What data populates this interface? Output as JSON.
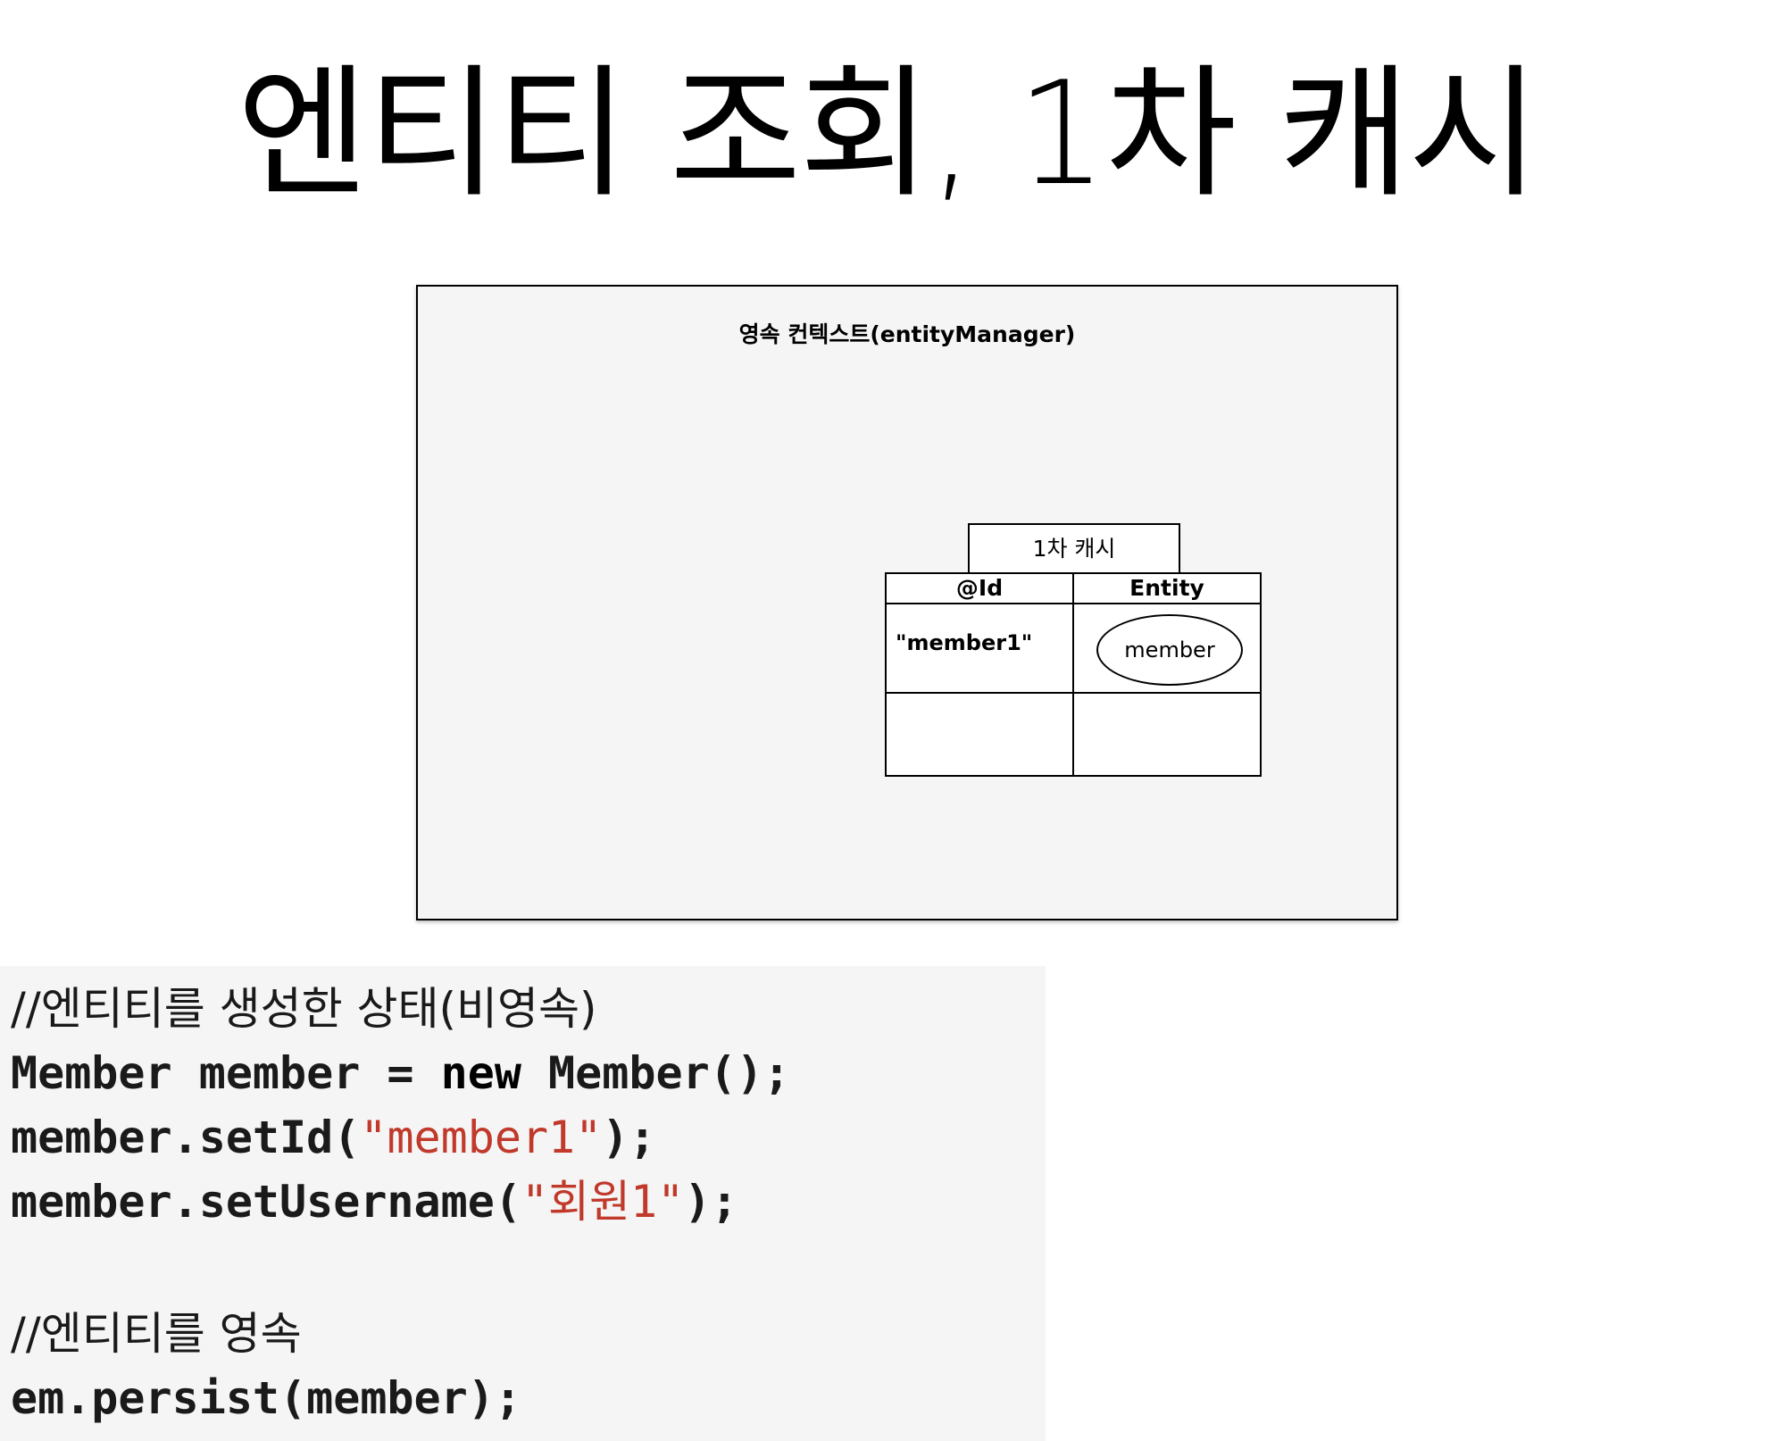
{
  "slide": {
    "title": "엔티티 조회, 1차 캐시"
  },
  "diagram": {
    "context_title": "영속 컨텍스트(entityManager)",
    "cache_label": "1차 캐시",
    "table": {
      "headers": [
        "@Id",
        "Entity"
      ],
      "rows": [
        {
          "id": "\"member1\"",
          "entity": "member"
        },
        {
          "id": "",
          "entity": ""
        }
      ]
    }
  },
  "code": {
    "comment1": "//엔티티를 생성한 상태(비영속)",
    "line1_type": "Member member = ",
    "line1_kw": "new",
    "line1_rest": " Member();",
    "line2_pre": "member.setId(",
    "line2_str": "\"member1\"",
    "line2_post": ");",
    "line3_pre": "member.setUsername(",
    "line3_str": "\"회원1\"",
    "line3_post": ");",
    "comment2": "//엔티티를 영속",
    "line4": "em.persist(member);"
  }
}
